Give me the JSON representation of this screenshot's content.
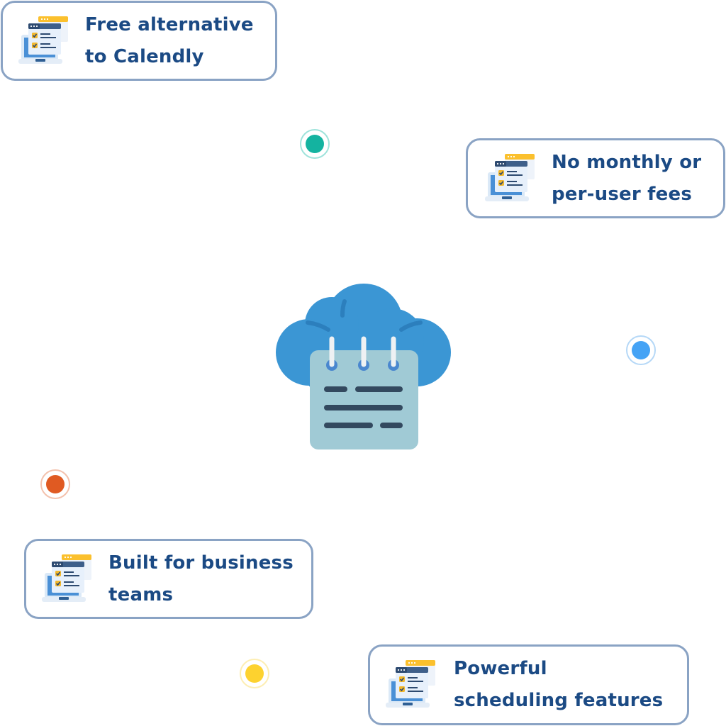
{
  "features": [
    {
      "label": "Free alternative\nto Calendly",
      "icon": "checklist-laptop-icon"
    },
    {
      "label": "No monthly or\nper-user fees",
      "icon": "checklist-laptop-icon"
    },
    {
      "label": "Built for business\nteams",
      "icon": "checklist-laptop-icon"
    },
    {
      "label": "Powerful\nscheduling features",
      "icon": "checklist-laptop-icon"
    }
  ],
  "hero": {
    "icon": "cloud-calendar-icon"
  },
  "colors": {
    "text": "#1b4a84",
    "box_border": "#8aa3c4",
    "dot_teal": "#14b3a0",
    "dot_blue": "#45a3f5",
    "dot_orange": "#e05a22",
    "dot_yellow": "#fdd22f",
    "cloud": "#3b96d4",
    "calendar": "#a0cad5"
  }
}
